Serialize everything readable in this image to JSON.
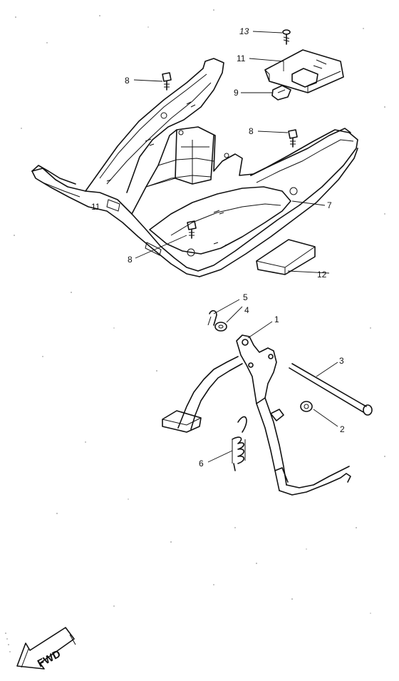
{
  "callouts": {
    "c1": "1",
    "c2": "2",
    "c3": "3",
    "c4": "4",
    "c5": "5",
    "c6": "6",
    "c7": "7",
    "c8a": "8",
    "c8b": "8",
    "c8c": "8",
    "c9": "9",
    "c11a": "11",
    "c11b": "11",
    "c12": "12",
    "c13": "13"
  },
  "fwd_label": "FWD"
}
